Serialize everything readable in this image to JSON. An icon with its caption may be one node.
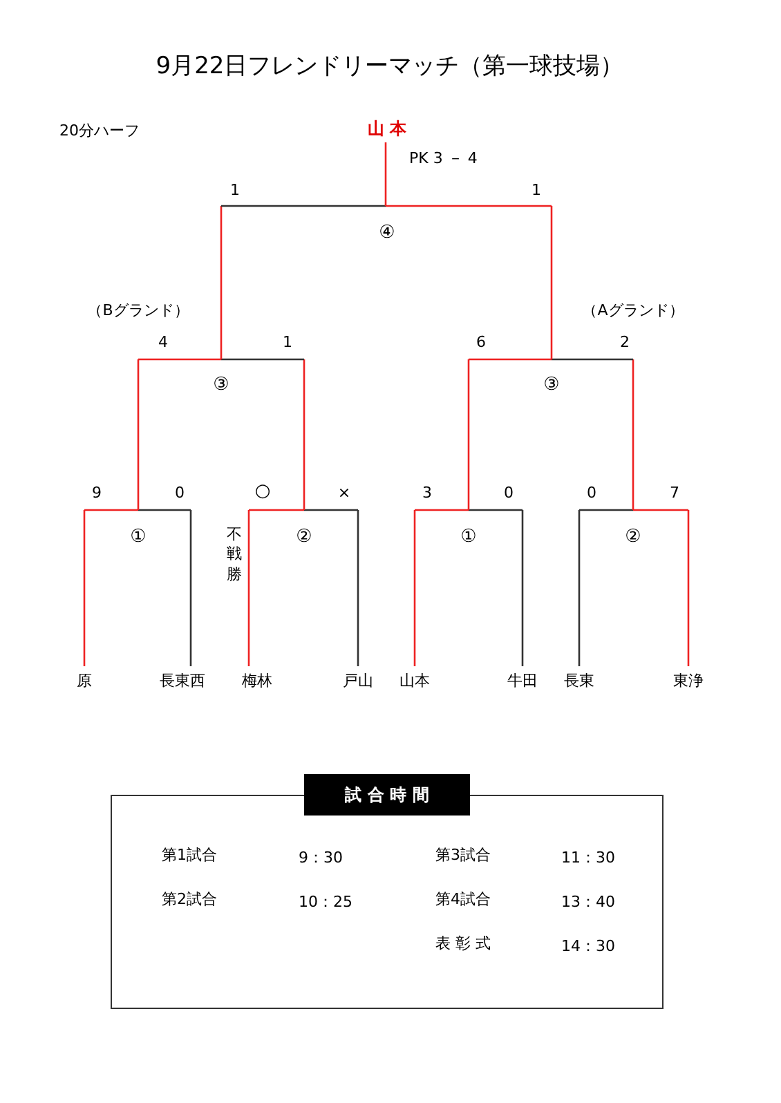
{
  "diagram": {
    "title": "9月22日フレンドリーマッチ（第一球技場）",
    "nodes": [
      {
        "text": [
          "試 合 時 間",
          "第1試合",
          "9：30",
          "第3試合",
          "11：30",
          "第2試合",
          "10：25",
          "第4試合",
          "13：40",
          "表 彰 式",
          "14：30"
        ]
      }
    ],
    "labels": [
      "20分ハーフ",
      "山 本",
      "PK 3 － 4",
      "1",
      "1",
      "④",
      "（Bグランド）",
      "（Aグランド）",
      "4",
      "1",
      "6",
      "2",
      "③",
      "③",
      "9",
      "0",
      "○",
      "×",
      "3",
      "0",
      "0",
      "7",
      "①",
      "②",
      "①",
      "②",
      "不戦勝",
      "原",
      "長東西",
      "梅林",
      "戸山",
      "山本",
      "牛田",
      "長東",
      "東浄"
    ]
  }
}
